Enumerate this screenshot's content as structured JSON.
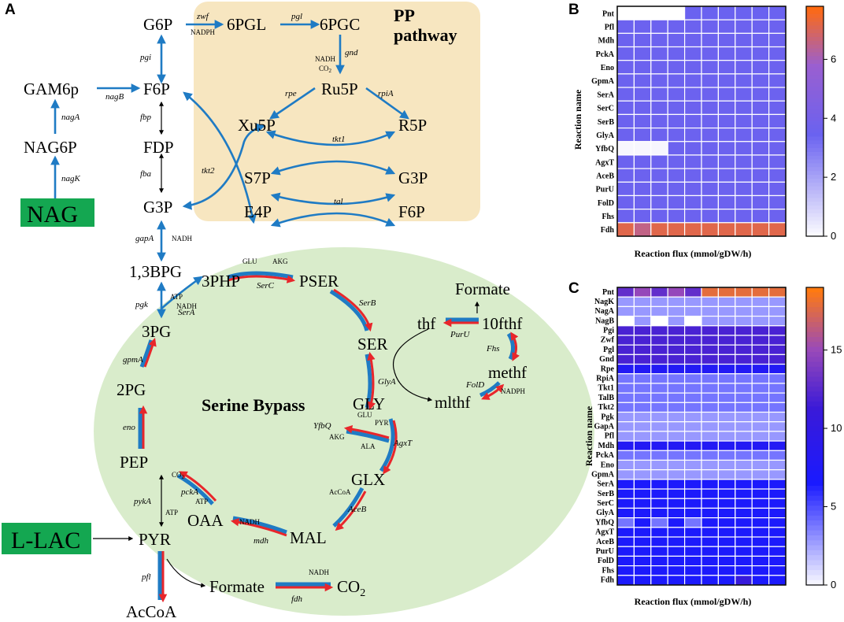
{
  "panels": {
    "a": "A",
    "b": "B",
    "c": "C"
  },
  "regions": {
    "pp_title_1": "PP",
    "pp_title_2": "pathway",
    "serine_title": "Serine Bypass"
  },
  "colors": {
    "blue_arrow": "#1f7bc4",
    "red_arrow": "#e8262b",
    "pp_bg": "#f7e6c0",
    "serine_bg": "#d9eccb",
    "box_green": "#14a751"
  },
  "metabolites": {
    "G6P": "G6P",
    "PGL6": "6PGL",
    "PGC6": "6PGC",
    "F6P": "F6P",
    "GAM6p": "GAM6p",
    "NAG6P": "NAG6P",
    "NAG": "NAG",
    "FDP": "FDP",
    "G3P": "G3P",
    "Ru5P": "Ru5P",
    "Xu5P": "Xu5P",
    "R5P": "R5P",
    "S7P": "S7P",
    "G3Pb": "G3P",
    "E4P": "E4P",
    "F6Pb": "F6P",
    "BPG13": "1,3BPG",
    "PHP3": "3PHP",
    "PSER": "PSER",
    "PG3": "3PG",
    "PG2": "2PG",
    "PEP": "PEP",
    "PYR": "PYR",
    "LLAC": "L-LAC",
    "AcCoA": "AcCoA",
    "Formate": "Formate",
    "CO2": "CO",
    "SER": "SER",
    "GLY": "GLY",
    "GLX": "GLX",
    "MAL": "MAL",
    "OAA": "OAA",
    "Formate2": "Formate",
    "thf": "thf",
    "fthf10": "10fthf",
    "methf": "methf",
    "mlthf": "mlthf"
  },
  "enzymes": {
    "zwf": "zwf",
    "pgl": "pgl",
    "gnd": "gnd",
    "pgi": "pgi",
    "nagB": "nagB",
    "nagA": "nagA",
    "nagK": "nagK",
    "fbp": "fbp",
    "fba": "fba",
    "tkt2": "tkt2",
    "rpe": "rpe",
    "rpiA": "rpiA",
    "tkt1": "tkt1",
    "tal": "tal",
    "gapA": "gapA",
    "pgk": "pgk",
    "SerA": "SerA",
    "SerC": "SerC",
    "SerB": "SerB",
    "gpmA": "gpmA",
    "eno": "eno",
    "pckA": "pckA",
    "pykA": "pykA",
    "mdh": "mdh",
    "pfl": "pfl",
    "fdh": "fdh",
    "GlyA": "GlyA",
    "AgxT": "AgxT",
    "YfbQ": "YfbQ",
    "AceB": "AceB",
    "PurU": "PurU",
    "Fhs": "Fhs",
    "FolD": "FolD"
  },
  "cofactors": {
    "NADPH": "NADPH",
    "NADH": "NADH",
    "CO2": "CO",
    "ATP": "ATP",
    "GLU": "GLU",
    "AKG": "AKG",
    "PYR": "PYR",
    "ALA": "ALA",
    "AcCoA": "AcCoA",
    "sub2": "2"
  },
  "chart_data": [
    {
      "type": "heatmap",
      "panel": "B",
      "xlabel": "Reaction flux (mmol/gDW/h)",
      "ylabel": "Reaction name",
      "rows": [
        "Pnt",
        "Pfl",
        "Mdh",
        "PckA",
        "Eno",
        "GpmA",
        "SerA",
        "SerC",
        "SerB",
        "GlyA",
        "YfbQ",
        "AgxT",
        "AceB",
        "PurU",
        "FolD",
        "Fhs",
        "Fdh"
      ],
      "n_columns": 10,
      "values": [
        [
          0,
          0,
          0,
          0,
          3.5,
          3.5,
          3.5,
          3.5,
          3.5,
          3.5
        ],
        [
          3.6,
          3.6,
          3.6,
          3.6,
          3.6,
          3.6,
          3.6,
          3.6,
          3.6,
          3.6
        ],
        [
          3.6,
          3.6,
          3.6,
          3.6,
          3.6,
          3.6,
          3.6,
          3.6,
          3.6,
          3.6
        ],
        [
          3.6,
          3.6,
          3.6,
          3.6,
          3.6,
          3.6,
          3.6,
          3.6,
          3.6,
          3.6
        ],
        [
          3.6,
          3.6,
          3.6,
          3.6,
          3.6,
          3.6,
          3.6,
          3.6,
          3.6,
          3.6
        ],
        [
          3.6,
          3.6,
          3.6,
          3.6,
          3.6,
          3.6,
          3.6,
          3.6,
          3.6,
          3.6
        ],
        [
          3.6,
          3.6,
          3.6,
          3.6,
          3.6,
          3.6,
          3.6,
          3.6,
          3.6,
          3.6
        ],
        [
          3.6,
          3.6,
          3.6,
          3.6,
          3.6,
          3.6,
          3.6,
          3.6,
          3.6,
          3.6
        ],
        [
          3.6,
          3.6,
          3.6,
          3.6,
          3.6,
          3.6,
          3.6,
          3.6,
          3.6,
          3.6
        ],
        [
          3.6,
          3.6,
          3.6,
          3.6,
          3.6,
          3.6,
          3.6,
          3.6,
          3.6,
          3.6
        ],
        [
          0.2,
          0.2,
          0.2,
          3.6,
          3.6,
          3.6,
          3.6,
          3.6,
          3.6,
          3.6
        ],
        [
          3.6,
          3.6,
          3.6,
          3.6,
          3.6,
          3.6,
          3.6,
          3.6,
          3.6,
          3.6
        ],
        [
          3.6,
          3.6,
          3.6,
          3.6,
          3.6,
          3.6,
          3.6,
          3.6,
          3.6,
          3.6
        ],
        [
          3.6,
          3.6,
          3.6,
          3.6,
          3.6,
          3.6,
          3.6,
          3.6,
          3.6,
          3.6
        ],
        [
          3.6,
          3.6,
          3.6,
          3.6,
          3.6,
          3.6,
          3.6,
          3.6,
          3.6,
          3.6
        ],
        [
          3.6,
          3.6,
          3.6,
          3.6,
          3.6,
          3.6,
          3.6,
          3.6,
          3.6,
          3.6
        ],
        [
          7.2,
          6.6,
          7.2,
          7.2,
          7.2,
          7.2,
          7.2,
          7.2,
          7.2,
          7.2
        ]
      ],
      "colorbar": {
        "min": 0,
        "max": 7.8,
        "ticks": [
          0,
          2,
          4,
          6
        ]
      }
    },
    {
      "type": "heatmap",
      "panel": "C",
      "xlabel": "Reaction flux (mmol/gDW/h)",
      "ylabel": "Reaction name",
      "rows": [
        "Pnt",
        "NagK",
        "NagA",
        "NagB",
        "Pgi",
        "Zwf",
        "Pgl",
        "Gnd",
        "Rpe",
        "RpiA",
        "Tkt1",
        "TalB",
        "Tkt2",
        "Pgk",
        "GapA",
        "Pfl",
        "Mdh",
        "PckA",
        "Eno",
        "GpmA",
        "SerA",
        "SerB",
        "SerC",
        "GlyA",
        "YfbQ",
        "AgxT",
        "AceB",
        "PurU",
        "FolD",
        "Fhs",
        "Fdh"
      ],
      "n_columns": 10,
      "values": [
        [
          13,
          15,
          13,
          15,
          13,
          18,
          18,
          18,
          18,
          18
        ],
        [
          3,
          3,
          3,
          3,
          3,
          3,
          3,
          3,
          3,
          3
        ],
        [
          3,
          3,
          3,
          3,
          3,
          3,
          3,
          3,
          3,
          3
        ],
        [
          0,
          3,
          0,
          3,
          0,
          3,
          3,
          3,
          3,
          3
        ],
        [
          12,
          12,
          12,
          12,
          12,
          12,
          12,
          12,
          12,
          12
        ],
        [
          12,
          12,
          12,
          12,
          12,
          12,
          12,
          12,
          12,
          12
        ],
        [
          12,
          12,
          12,
          12,
          12,
          12,
          12,
          12,
          12,
          12
        ],
        [
          12,
          12,
          12,
          12,
          12,
          12,
          12,
          12,
          12,
          12
        ],
        [
          8,
          8,
          8,
          8,
          8,
          8,
          8,
          8,
          8,
          8
        ],
        [
          4,
          4,
          4,
          4,
          4,
          4,
          4,
          4,
          4,
          4
        ],
        [
          4,
          4,
          4,
          4,
          4,
          4,
          4,
          4,
          4,
          4
        ],
        [
          4,
          4,
          4,
          4,
          4,
          4,
          4,
          4,
          4,
          4
        ],
        [
          4,
          4,
          4,
          4,
          4,
          4,
          4,
          4,
          4,
          4
        ],
        [
          3,
          3,
          3,
          3,
          3,
          3,
          3,
          3,
          3,
          3
        ],
        [
          3,
          3,
          3,
          3,
          3,
          3,
          3,
          3,
          3,
          3
        ],
        [
          3,
          3,
          3,
          3,
          3,
          3,
          3,
          3,
          3,
          3
        ],
        [
          8,
          8,
          8,
          8,
          8,
          8,
          8,
          8,
          8,
          8
        ],
        [
          4,
          4,
          4,
          4,
          4,
          4,
          4,
          4,
          4,
          4
        ],
        [
          3,
          3,
          3,
          3,
          3,
          3,
          3,
          3,
          3,
          3
        ],
        [
          3,
          3,
          3,
          3,
          3,
          3,
          3,
          3,
          3,
          3
        ],
        [
          7,
          7,
          7,
          7,
          7,
          7,
          7,
          7,
          7,
          7
        ],
        [
          7,
          7,
          7,
          7,
          7,
          7,
          7,
          7,
          7,
          7
        ],
        [
          7,
          7,
          7,
          7,
          7,
          7,
          7,
          7,
          7,
          7
        ],
        [
          7,
          7,
          7,
          7,
          7,
          7,
          7,
          7,
          7,
          7
        ],
        [
          4,
          7,
          4,
          7,
          4,
          7,
          7,
          7,
          7,
          7
        ],
        [
          7,
          7,
          7,
          7,
          7,
          7,
          7,
          7,
          7,
          7
        ],
        [
          7,
          7,
          7,
          7,
          7,
          7,
          7,
          7,
          7,
          7
        ],
        [
          7,
          7,
          7,
          7,
          7,
          7,
          7,
          7,
          7,
          7
        ],
        [
          7,
          7,
          7,
          7,
          7,
          7,
          7,
          7,
          7,
          7
        ],
        [
          7,
          7,
          7,
          7,
          7,
          7,
          7,
          7,
          7,
          7
        ],
        [
          7,
          7,
          7,
          7,
          7,
          7,
          7,
          11,
          7,
          7
        ]
      ],
      "colorbar": {
        "min": 0,
        "max": 19,
        "ticks": [
          0,
          5,
          10,
          15
        ]
      }
    }
  ]
}
